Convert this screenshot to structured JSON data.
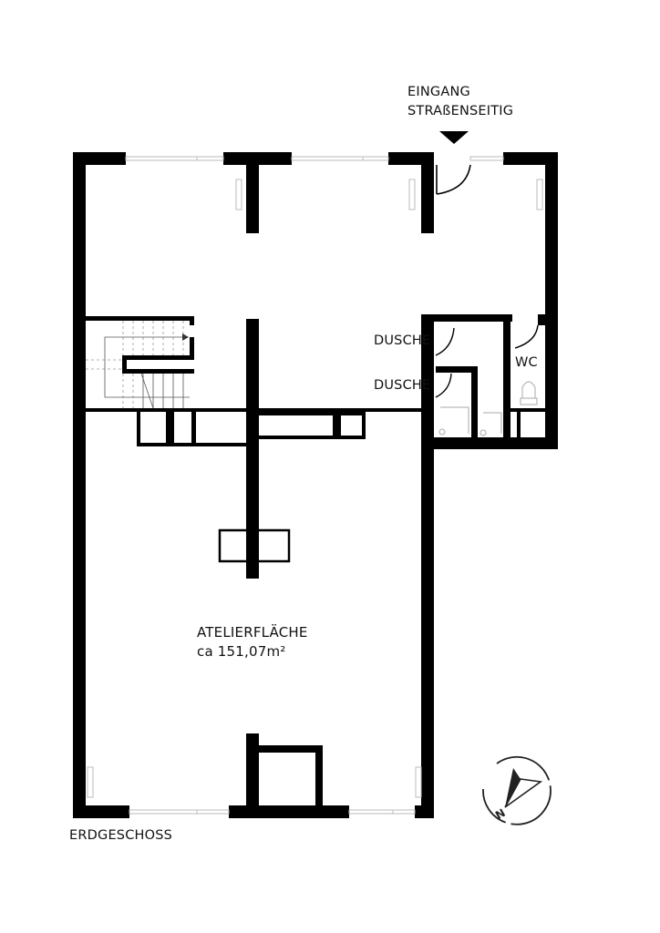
{
  "plan": {
    "floor_label": "ERDGESCHOSS",
    "entrance": {
      "line1": "EINGANG",
      "line2": "STRAßENSEITIG",
      "marker_icon": "arrow-down-triangle"
    },
    "rooms": {
      "atelier": {
        "name": "ATELIERFLÄCHE",
        "area": "ca 151,07m²"
      },
      "shower_1": {
        "name": "DUSCHE"
      },
      "shower_2": {
        "name": "DUSCHE"
      },
      "wc": {
        "name": "WC"
      }
    },
    "compass": {
      "icon": "north-arrow-compass",
      "letter": "N"
    },
    "colors": {
      "wall": "#000000",
      "window": "#bbbbbb",
      "text": "#111111",
      "background": "#ffffff"
    }
  }
}
